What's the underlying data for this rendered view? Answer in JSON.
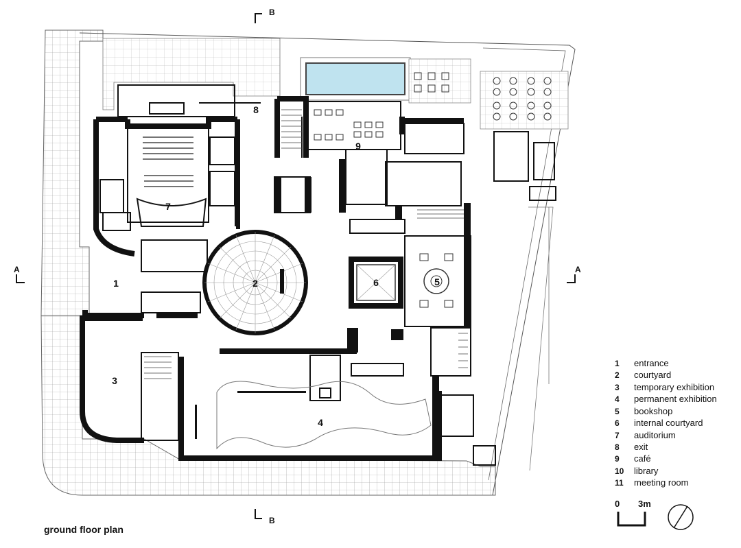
{
  "title": "ground floor plan",
  "section_markers": {
    "a": "A",
    "b": "B"
  },
  "room_numbers": [
    "1",
    "2",
    "3",
    "4",
    "5",
    "6",
    "7",
    "8",
    "9"
  ],
  "legend": [
    {
      "num": "1",
      "label": "entrance"
    },
    {
      "num": "2",
      "label": "courtyard"
    },
    {
      "num": "3",
      "label": "temporary exhibition"
    },
    {
      "num": "4",
      "label": "permanent exhibition"
    },
    {
      "num": "5",
      "label": "bookshop"
    },
    {
      "num": "6",
      "label": "internal courtyard"
    },
    {
      "num": "7",
      "label": "auditorium"
    },
    {
      "num": "8",
      "label": "exit"
    },
    {
      "num": "9",
      "label": "café"
    },
    {
      "num": "10",
      "label": "library"
    },
    {
      "num": "11",
      "label": "meeting room"
    }
  ],
  "scale": {
    "zero": "0",
    "max": "3m"
  },
  "colors": {
    "wall": "#111111",
    "pool": "#bfe3ef",
    "line": "#555555"
  }
}
